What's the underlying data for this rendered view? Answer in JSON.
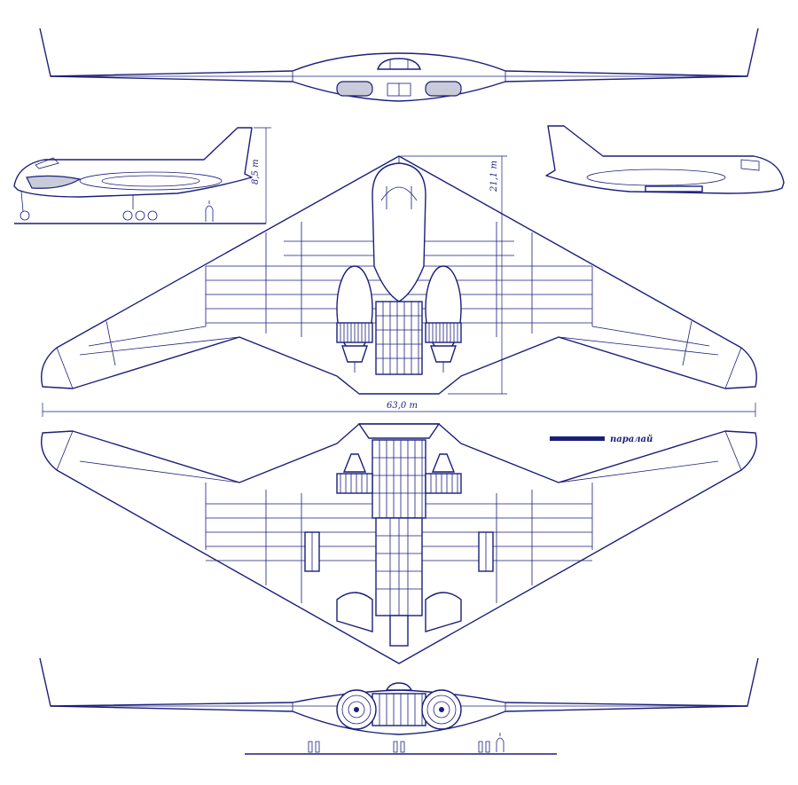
{
  "labels": {
    "height": "8,5 m",
    "length": "21,1 m",
    "wingspan": "63,0 m",
    "watermark": "паралай"
  },
  "colors": {
    "ink": "#1a1f7a",
    "shade": "#c9ccd8",
    "paper": "#ffffff"
  }
}
